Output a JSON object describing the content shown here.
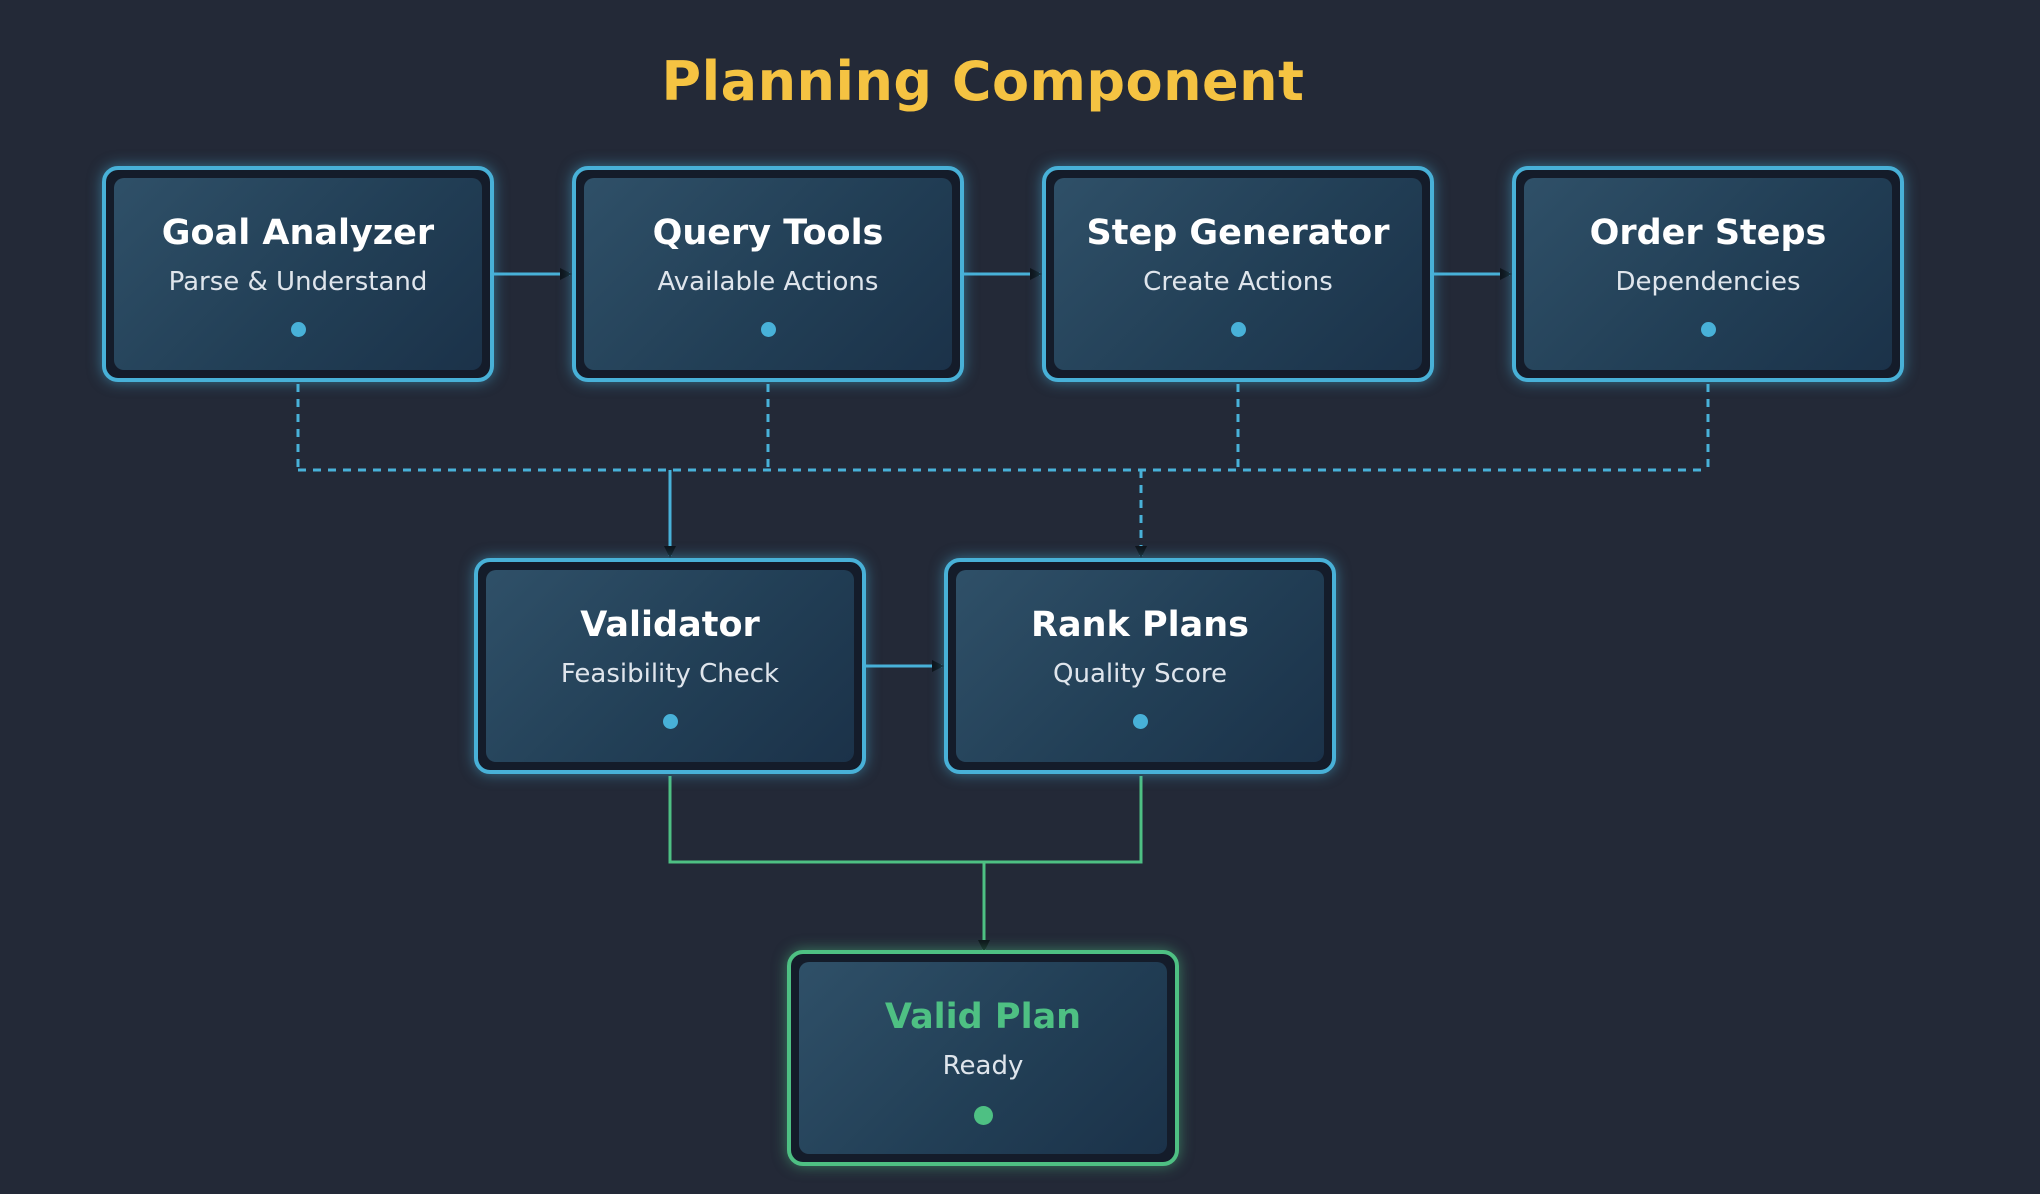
{
  "diagram": {
    "title": "Planning Component",
    "colors": {
      "background": "#232937",
      "title": "#f5c342",
      "accent": "#48b1d8",
      "success": "#4ec083",
      "arrow_head": "#0d1218"
    },
    "nodes": [
      {
        "id": "goal_analyzer",
        "title": "Goal Analyzer",
        "subtitle": "Parse & Understand",
        "icon": "status-dot-icon"
      },
      {
        "id": "query_tools",
        "title": "Query Tools",
        "subtitle": "Available Actions",
        "icon": "status-dot-icon"
      },
      {
        "id": "step_generator",
        "title": "Step Generator",
        "subtitle": "Create Actions",
        "icon": "status-dot-icon"
      },
      {
        "id": "order_steps",
        "title": "Order Steps",
        "subtitle": "Dependencies",
        "icon": "status-dot-icon"
      },
      {
        "id": "validator",
        "title": "Validator",
        "subtitle": "Feasibility Check",
        "icon": "status-dot-icon"
      },
      {
        "id": "rank_plans",
        "title": "Rank Plans",
        "subtitle": "Quality Score",
        "icon": "status-dot-icon"
      },
      {
        "id": "valid_plan",
        "title": "Valid Plan",
        "subtitle": "Ready",
        "icon": "status-dot-icon"
      }
    ],
    "edges": [
      {
        "from": "goal_analyzer",
        "to": "query_tools",
        "style": "solid"
      },
      {
        "from": "query_tools",
        "to": "step_generator",
        "style": "solid"
      },
      {
        "from": "step_generator",
        "to": "order_steps",
        "style": "solid"
      },
      {
        "from": "goal_analyzer",
        "to": "validator",
        "style": "dashed"
      },
      {
        "from": "query_tools",
        "to": "validator",
        "style": "dashed"
      },
      {
        "from": "step_generator",
        "to": "rank_plans",
        "style": "dashed"
      },
      {
        "from": "order_steps",
        "to": "rank_plans",
        "style": "dashed"
      },
      {
        "from": "validator",
        "to": "rank_plans",
        "style": "solid"
      },
      {
        "from": "validator",
        "to": "valid_plan",
        "style": "solid-success"
      },
      {
        "from": "rank_plans",
        "to": "valid_plan",
        "style": "solid-success"
      }
    ]
  }
}
